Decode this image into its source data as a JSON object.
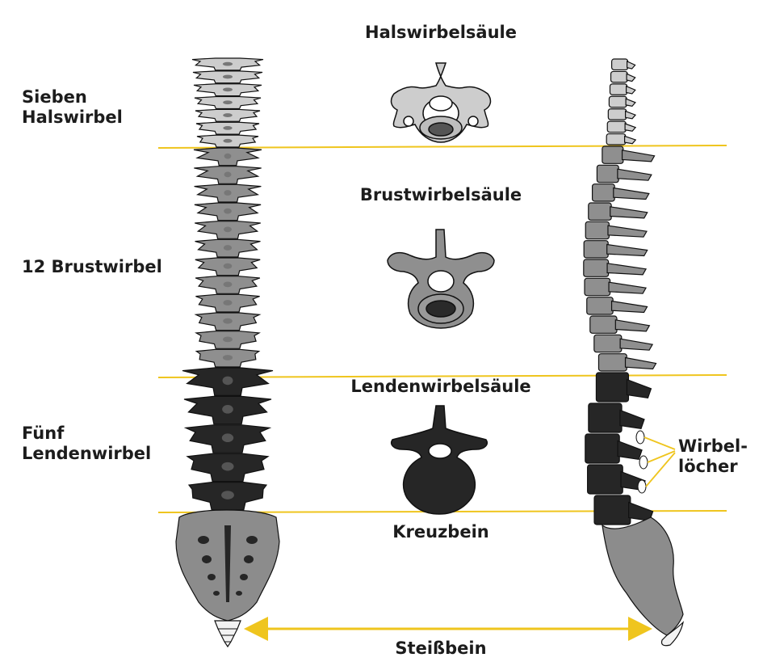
{
  "colors": {
    "cervical": "#cdcdcd",
    "thoracic": "#8f8f8f",
    "lumbar": "#262626",
    "sacrum": "#8c8c8c",
    "coccyx": "#f2f2f2",
    "divider": "#efc51e",
    "outline": "#111111"
  },
  "labels": {
    "left": {
      "cervical": [
        "Sieben",
        "Halswirbel"
      ],
      "thoracic": "12 Brustwirbel",
      "lumbar": [
        "Fünf",
        "Lendenwirbel"
      ]
    },
    "center": {
      "cervical": "Halswirbelsäule",
      "thoracic": "Brustwirbelsäule",
      "lumbar": "Lendenwirbelsäule",
      "sacrum": "Kreuzbein",
      "coccyx": "Steißbein"
    },
    "right": {
      "foramina": [
        "Wirbel-",
        "löcher"
      ]
    }
  }
}
